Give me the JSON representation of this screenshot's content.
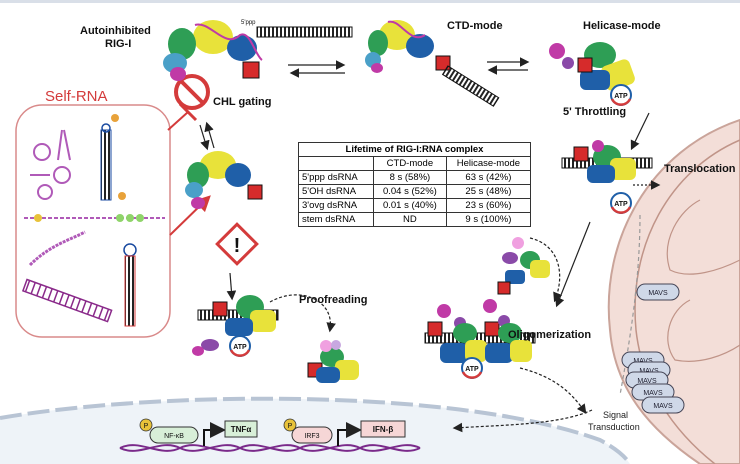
{
  "labels": {
    "autoinhibited": "Autoinhibited",
    "rigi": "RIG-I",
    "ppp5": "5'ppp",
    "ctd_mode": "CTD-mode",
    "helicase_mode": "Helicase-mode",
    "chl_gating": "CHL gating",
    "throttling": "5' Throttling",
    "self_rna": "Self-RNA",
    "translocation": "Translocation",
    "proofreading": "Proofreading",
    "oligomerization": "Oligomerization",
    "signal": "Signal",
    "transduction": "Transduction",
    "atp": "ATP"
  },
  "mavs": [
    "MAVS",
    "MAVS",
    "MAVS",
    "MAVS",
    "MAVS",
    "MAVS"
  ],
  "nucleus": {
    "p": "P",
    "nfkb": "NF-κB",
    "tnfa": "TNFα",
    "irf3": "IRF3",
    "ifnb": "IFN-β"
  },
  "table": {
    "title": "Lifetime of RIG-I:RNA complex",
    "headers": [
      "",
      "CTD-mode",
      "Helicase-mode"
    ],
    "rows": [
      [
        "5'ppp dsRNA",
        "8 s (58%)",
        "63 s (42%)"
      ],
      [
        "5'OH dsRNA",
        "0.04 s (52%)",
        "25 s (48%)"
      ],
      [
        "3'ovg dsRNA",
        "0.01 s (40%)",
        "23 s (60%)"
      ],
      [
        "stem dsRNA",
        "ND",
        "9 s (100%)"
      ]
    ]
  },
  "colors": {
    "ctd": "#1f5fa8",
    "hel1": "#2e9e55",
    "hel2": "#e8e23a",
    "card": "#c03aa6",
    "chl": "#d62b2b",
    "self_rna": "#d43b3b",
    "nucleus_line": "#b8c4d4"
  }
}
